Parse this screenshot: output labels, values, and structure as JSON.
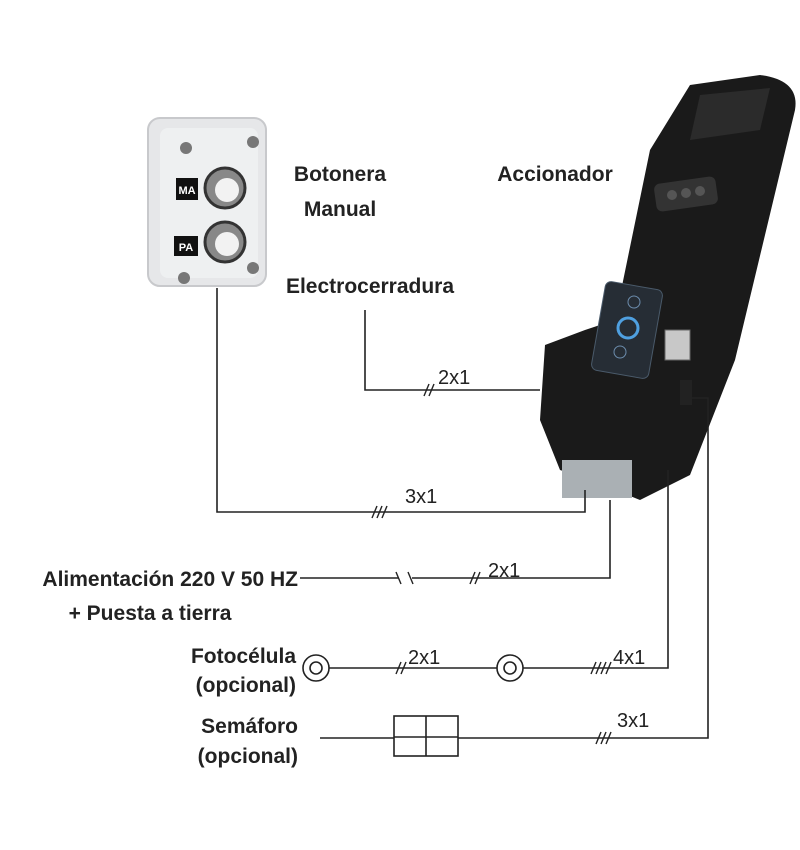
{
  "labels": {
    "botonera_line1": "Botonera",
    "botonera_line2": "Manual",
    "accionador": "Accionador",
    "electrocerradura": "Electrocerradura",
    "alimentacion_line1": "Alimentación 220 V 50 HZ",
    "alimentacion_line2": "+ Puesta a tierra",
    "fotocelula_line1": "Fotocélula",
    "fotocelula_line2": "(opcional)",
    "semaforo_line1": "Semáforo",
    "semaforo_line2": "(opcional)"
  },
  "buttons": {
    "open": "MA",
    "close": "PA"
  },
  "cables": {
    "electrocerradura": "2x1",
    "botonera": "3x1",
    "alimentacion": "2x1",
    "fotocelula_between": "2x1",
    "fotocelula_main": "4x1",
    "semaforo": "3x1"
  },
  "colors": {
    "wire": "#222222",
    "actuator": "#1a1a1a",
    "box": "#e6e7e9"
  }
}
